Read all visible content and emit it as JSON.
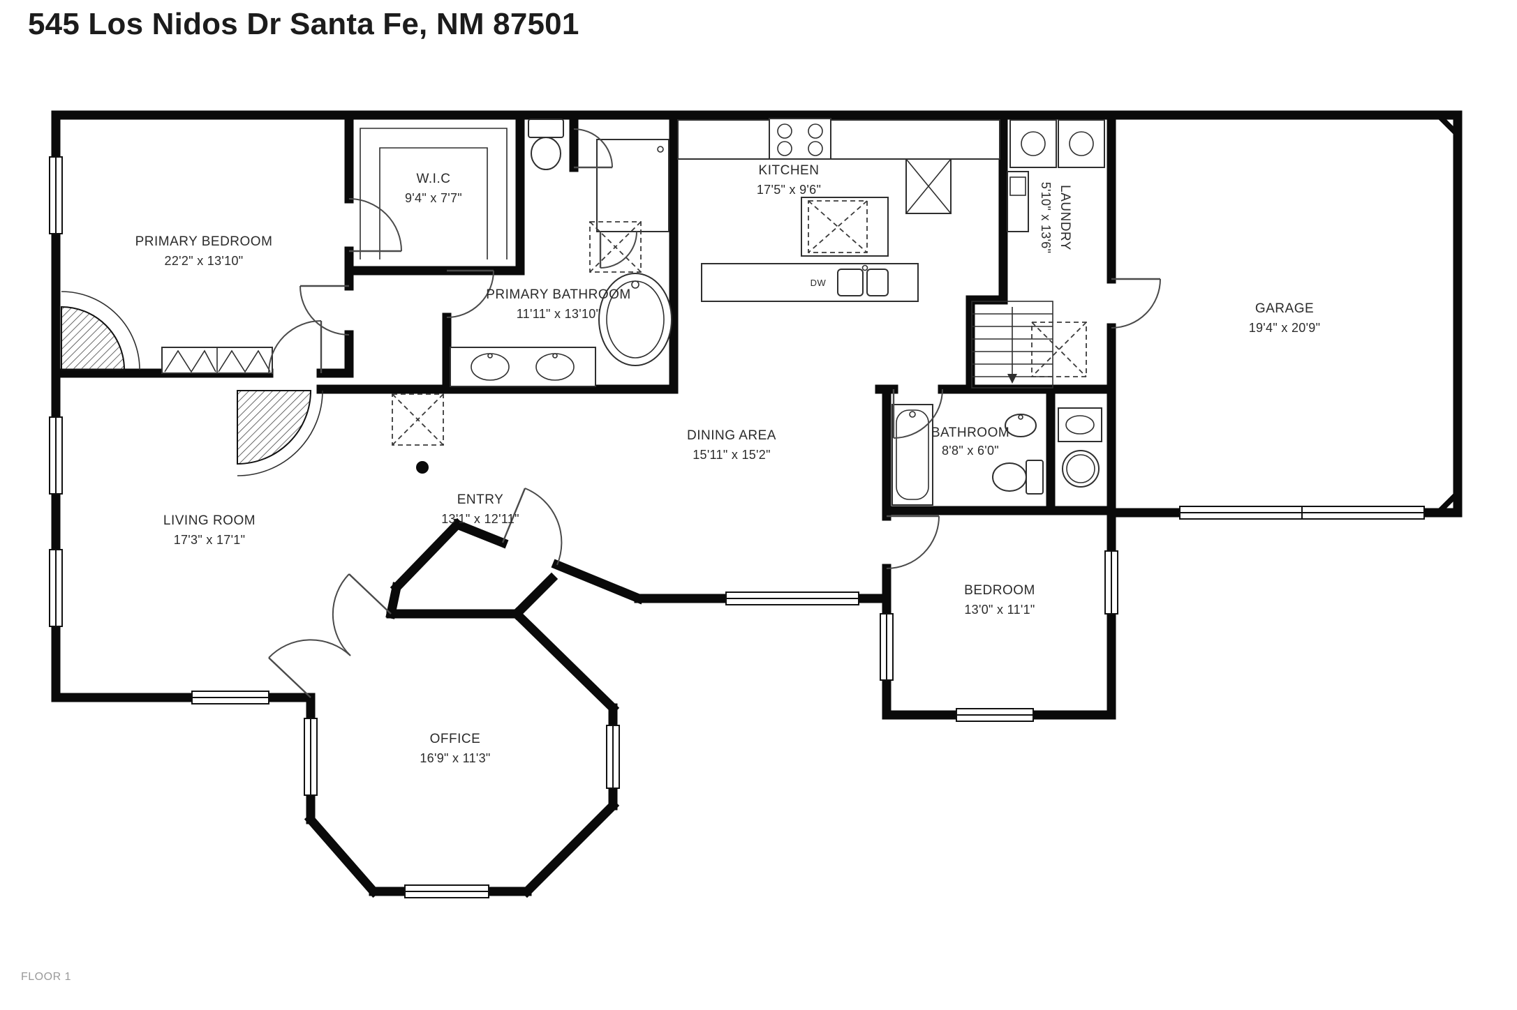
{
  "page": {
    "title": "545 Los Nidos Dr Santa Fe, NM 87501",
    "floor_label": "FLOOR 1"
  },
  "rooms": {
    "primary_bedroom": {
      "name": "PRIMARY BEDROOM",
      "dims": "22'2\" x 13'10\""
    },
    "wic": {
      "name": "W.I.C",
      "dims": "9'4\" x 7'7\""
    },
    "primary_bathroom": {
      "name": "PRIMARY BATHROOM",
      "dims": "11'11\" x 13'10\""
    },
    "kitchen": {
      "name": "KITCHEN",
      "dims": "17'5\" x 9'6\""
    },
    "laundry": {
      "name": "LAUNDRY",
      "dims": "5'10\" x 13'6\""
    },
    "garage": {
      "name": "GARAGE",
      "dims": "19'4\" x 20'9\""
    },
    "dining": {
      "name": "DINING AREA",
      "dims": "15'11\" x 15'2\""
    },
    "bathroom": {
      "name": "BATHROOM",
      "dims": "8'8\" x 6'0\""
    },
    "living": {
      "name": "LIVING ROOM",
      "dims": "17'3\" x 17'1\""
    },
    "entry": {
      "name": "ENTRY",
      "dims": "13'1\" x 12'11\""
    },
    "bedroom": {
      "name": "BEDROOM",
      "dims": "13'0\" x 11'1\""
    },
    "office": {
      "name": "OFFICE",
      "dims": "16'9\" x 11'3\""
    }
  },
  "fixtures": {
    "dishwasher_label": "DW"
  },
  "colors": {
    "wall": "#0a0a0a",
    "label_text": "#2b2b2b",
    "floor_text": "#9a9a9a"
  }
}
